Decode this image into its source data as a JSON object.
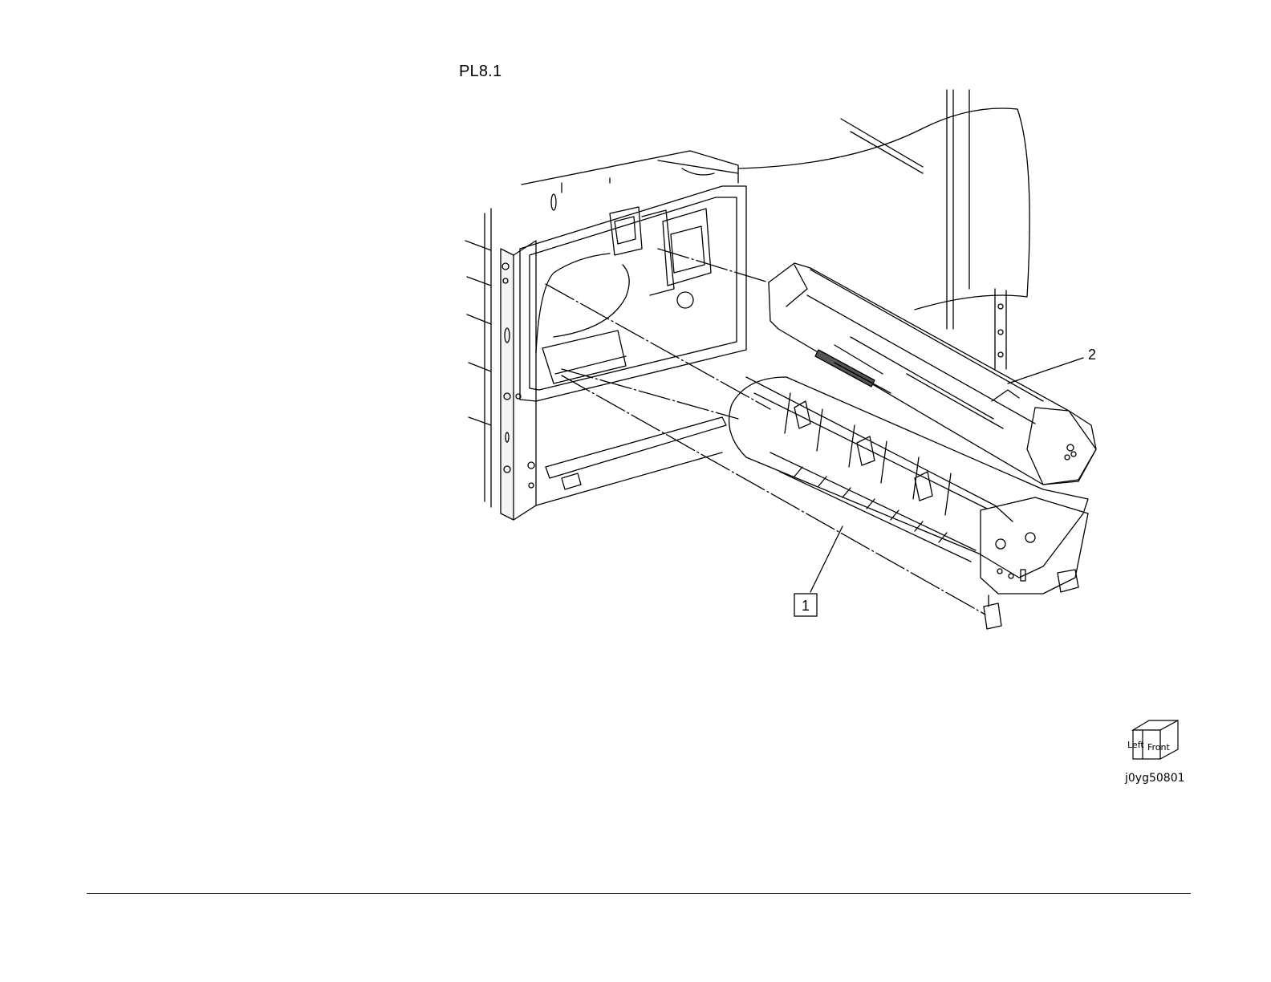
{
  "plate": {
    "title": "PL8.1",
    "drawing_id": "j0yg50801"
  },
  "callouts": {
    "item_1": "1",
    "item_2": "2"
  },
  "orientation_cube": {
    "left_label": "Left",
    "front_label": "Front"
  },
  "colors": {
    "line": "#000000",
    "background": "#ffffff",
    "light_fill": "#f4f4f4"
  }
}
